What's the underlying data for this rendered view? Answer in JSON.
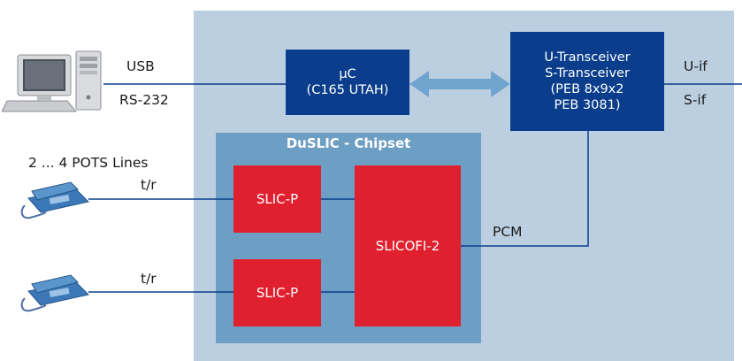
{
  "left_side": {
    "usb_label": "USB",
    "rs232_label": "RS-232",
    "pots_label": "2 ... 4 POTS Lines",
    "tr_top_label": "t/r",
    "tr_bottom_label": "t/r"
  },
  "microcontroller": {
    "line1": "µC",
    "line2": "(C165 UTAH)"
  },
  "transceiver": {
    "line1": "U-Transceiver",
    "line2": "S-Transceiver",
    "line3": "(PEB 8x9x2",
    "line4": "PEB 3081)"
  },
  "right_side": {
    "uif_label": "U-if",
    "sif_label": "S-if"
  },
  "chipset": {
    "title": "DuSLIC - Chipset",
    "slic_top": "SLIC-P",
    "slic_bottom": "SLIC-P",
    "slicofi": "SLICOFI-2"
  },
  "pcm_label": "PCM",
  "colors": {
    "panel": "#bccfe1",
    "chipset": "#6d9ec3",
    "navy_box": "#0a3e8c",
    "red_box": "#e0202e",
    "arrow": "#6fa4cf",
    "line": "#0a3e8c"
  },
  "icons": {
    "computer": "desktop-computer-icon",
    "phone": "telephone-icon"
  }
}
